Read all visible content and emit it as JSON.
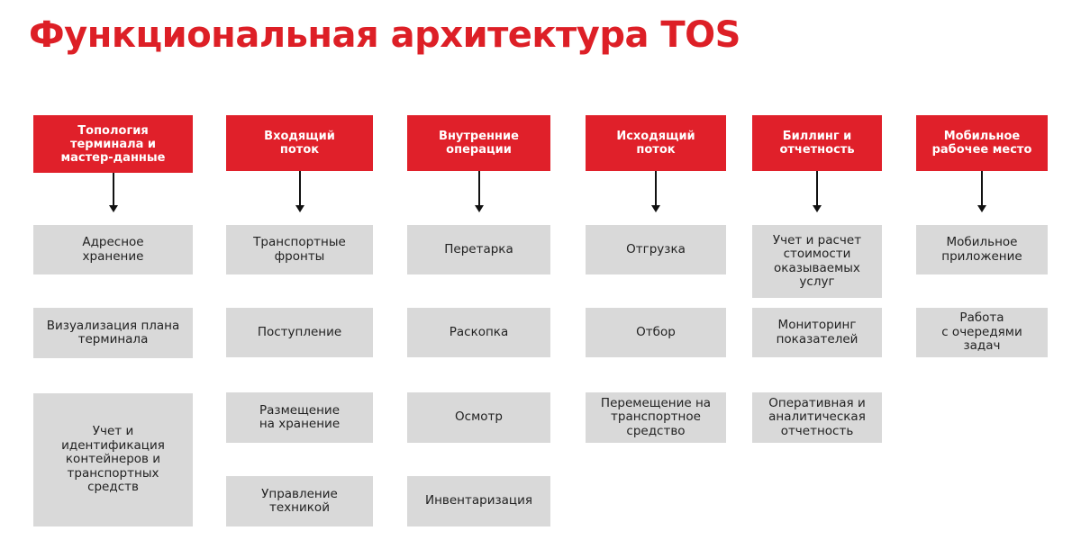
{
  "title": "Функциональная архитектура TOS",
  "colors": {
    "accent": "#e0202a",
    "box": "#d9d9d9"
  },
  "columns": [
    {
      "header": "Топология\nтерминала и\nмастер-данные",
      "items": [
        "Адресное\nхранение",
        "Визуализация плана\nтерминала",
        "Учет и\nидентификация\nконтейнеров и\nтранспортных\nсредств"
      ]
    },
    {
      "header": "Входящий\nпоток",
      "items": [
        "Транспортные\nфронты",
        "Поступление",
        "Размещение\nна хранение",
        "Управление\nтехникой"
      ]
    },
    {
      "header": "Внутренние\nоперации",
      "items": [
        "Перетарка",
        "Раскопка",
        "Осмотр",
        "Инвентаризация"
      ]
    },
    {
      "header": "Исходящий\nпоток",
      "items": [
        "Отгрузка",
        "Отбор",
        "Перемещение на\nтранспортное\nсредство"
      ]
    },
    {
      "header": "Биллинг и\nотчетность",
      "items": [
        "Учет и расчет\nстоимости\nоказываемых\nуслуг",
        "Мониторинг\nпоказателей",
        "Оперативная и\nаналитическая\nотчетность"
      ]
    },
    {
      "header": "Мобильное\nрабочее место",
      "items": [
        "Мобильное\nприложение",
        "Работа\nс очередями\nзадач"
      ]
    }
  ]
}
